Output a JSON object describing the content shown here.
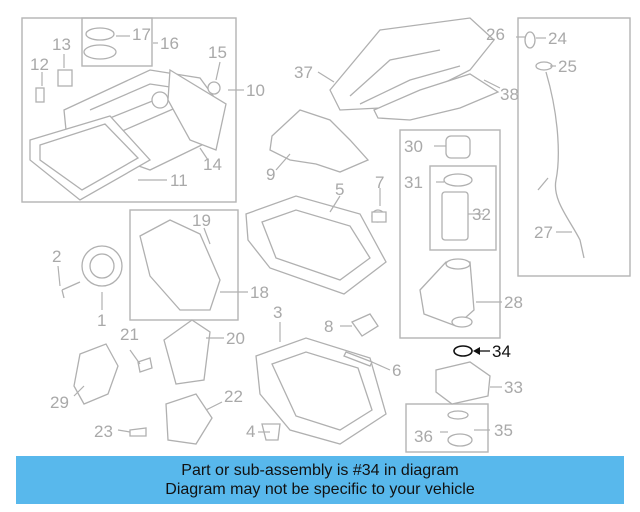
{
  "callouts": {
    "n1": "1",
    "n2": "2",
    "n3": "3",
    "n4": "4",
    "n5": "5",
    "n6": "6",
    "n7": "7",
    "n8": "8",
    "n9": "9",
    "n10": "10",
    "n11": "11",
    "n12": "12",
    "n13": "13",
    "n14": "14",
    "n15": "15",
    "n16": "16",
    "n17": "17",
    "n18": "18",
    "n19": "19",
    "n20": "20",
    "n21": "21",
    "n22": "22",
    "n23": "23",
    "n24": "24",
    "n25": "25",
    "n26": "26",
    "n27": "27",
    "n28": "28",
    "n29": "29",
    "n30": "30",
    "n31": "31",
    "n32": "32",
    "n33": "33",
    "n34": "34",
    "n35": "35",
    "n36": "36",
    "n37": "37",
    "n38": "38"
  },
  "highlighted_part": "34",
  "banner": {
    "line1": "Part or sub-assembly is #34 in diagram",
    "line2": "Diagram may not be specific to your vehicle"
  },
  "colors": {
    "banner_bg": "#58b8ec",
    "diagram_line": "#b0b0b0",
    "highlight": "#111111"
  }
}
